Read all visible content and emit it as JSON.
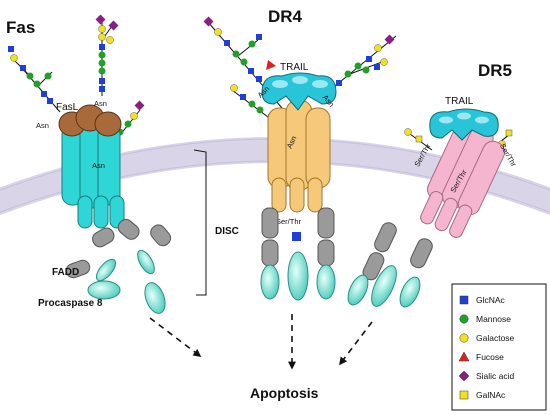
{
  "receptors": {
    "fas": "Fas",
    "dr4": "DR4",
    "dr5": "DR5"
  },
  "ligands": {
    "fasl": "FasL",
    "trail_dr4": "TRAIL",
    "trail_dr5": "TRAIL"
  },
  "glycosites": {
    "asn": "Asn",
    "ser_thr": "Ser/Thr"
  },
  "complex_labels": {
    "disc": "DISC",
    "fadd": "FADD",
    "procaspase": "Procaspase 8"
  },
  "outcome": "Apoptosis",
  "legend": [
    {
      "label": "GlcNAc",
      "shape": "square",
      "color": "#1f3fd6"
    },
    {
      "label": "Mannose",
      "shape": "circle",
      "color": "#22a02a"
    },
    {
      "label": "Galactose",
      "shape": "circle",
      "color": "#f2e21c"
    },
    {
      "label": "Fucose",
      "shape": "triangle",
      "color": "#e0201e"
    },
    {
      "label": "Sialic acid",
      "shape": "diamond",
      "color": "#8b1e86"
    },
    {
      "label": "GalNAc",
      "shape": "square",
      "color": "#f2e21c"
    }
  ],
  "colors": {
    "fas_receptor": "#2fd6d6",
    "dr4_receptor": "#f6c97a",
    "dr5_receptor": "#f5b5cf",
    "fasl": "#a86a3a",
    "trail": "#28c4d8",
    "fadd": "#9a9a9a",
    "procaspase": "#5fd9c8",
    "membrane": "#d7d2e6"
  }
}
